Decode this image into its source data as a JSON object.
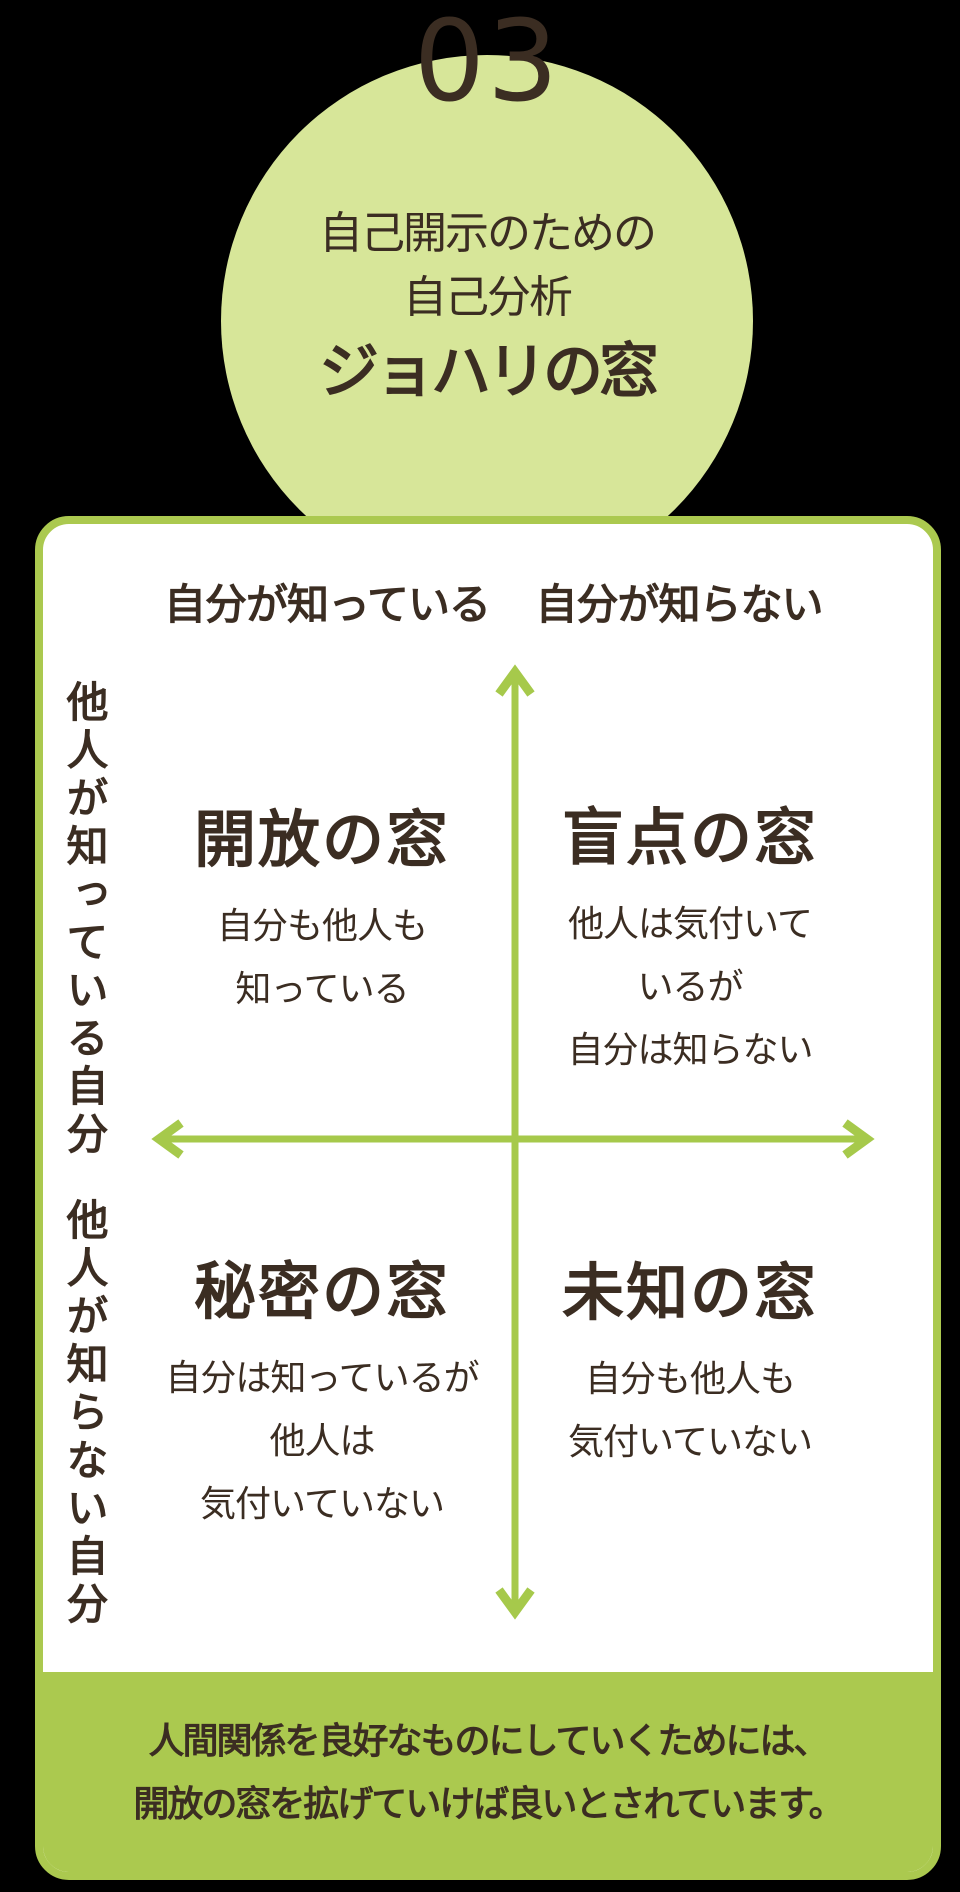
{
  "colors": {
    "background": "#000000",
    "circle_green": "#d7e699",
    "accent_green": "#abc94f",
    "text_brown": "#3b2d22"
  },
  "badge": {
    "number": "03"
  },
  "intro_circle": {
    "subtitle_line1": "自己開示のための",
    "subtitle_line2": "自己分析",
    "title": "ジョハリの窓"
  },
  "matrix": {
    "column_headers": [
      {
        "label": "自分が知っている"
      },
      {
        "label": "自分が知らない"
      }
    ],
    "row_headers": [
      {
        "label": "他人が知っている自分"
      },
      {
        "label": "他人が知らない自分"
      }
    ],
    "quadrants": [
      {
        "title": "開放の窓",
        "lines": [
          "自分も他人も",
          "知っている"
        ]
      },
      {
        "title": "盲点の窓",
        "lines": [
          "他人は気付いて",
          "いるが",
          "自分は知らない"
        ]
      },
      {
        "title": "秘密の窓",
        "lines": [
          "自分は知っているが",
          "他人は",
          "気付いていない"
        ]
      },
      {
        "title": "未知の窓",
        "lines": [
          "自分も他人も",
          "気付いていない"
        ]
      }
    ]
  },
  "footer": {
    "line1": "人間関係を良好なものにしていくためには、",
    "line2": "開放の窓を拡げていけば良いとされています。"
  }
}
